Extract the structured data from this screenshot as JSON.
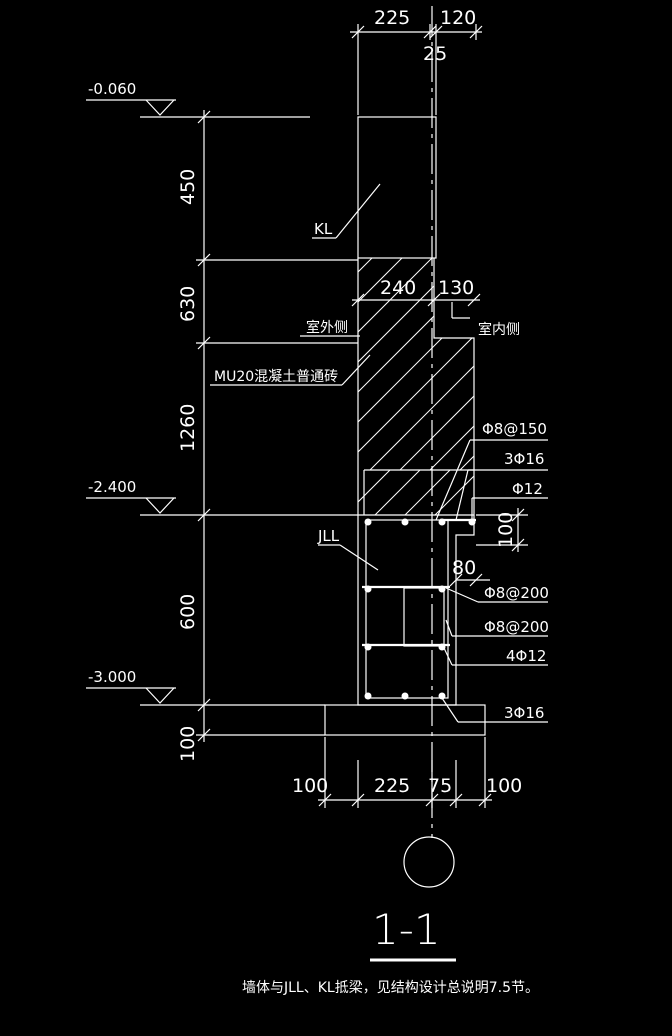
{
  "top_dims": {
    "d225": "225",
    "d120": "120",
    "d25": "25"
  },
  "mid_dims": {
    "d240": "240",
    "d130": "130",
    "d80": "80"
  },
  "elevations": {
    "e1": "-0.060",
    "e2": "-2.400",
    "e3": "-3.000"
  },
  "vertical_dims": {
    "v450": "450",
    "v630": "630",
    "v1260": "1260",
    "v600": "600",
    "v100": "100"
  },
  "small_dim_100": "100",
  "bottom_dims": {
    "b100a": "100",
    "b225": "225",
    "b75": "75",
    "b100b": "100"
  },
  "labels": {
    "kl": "KL",
    "jll": "JLL",
    "outside": "室外侧",
    "inside": "室内侧",
    "brick": "MU20混凝土普通砖"
  },
  "rebar": {
    "r1": "Φ8@150",
    "r2": "3Φ16",
    "r3": "Φ12",
    "r4": "Φ8@200",
    "r5": "Φ8@200",
    "r6": "4Φ12",
    "r7": "3Φ16"
  },
  "section_title": "1-1",
  "note": "墙体与JLL、KL抵梁，见结构设计总说明7.5节。"
}
